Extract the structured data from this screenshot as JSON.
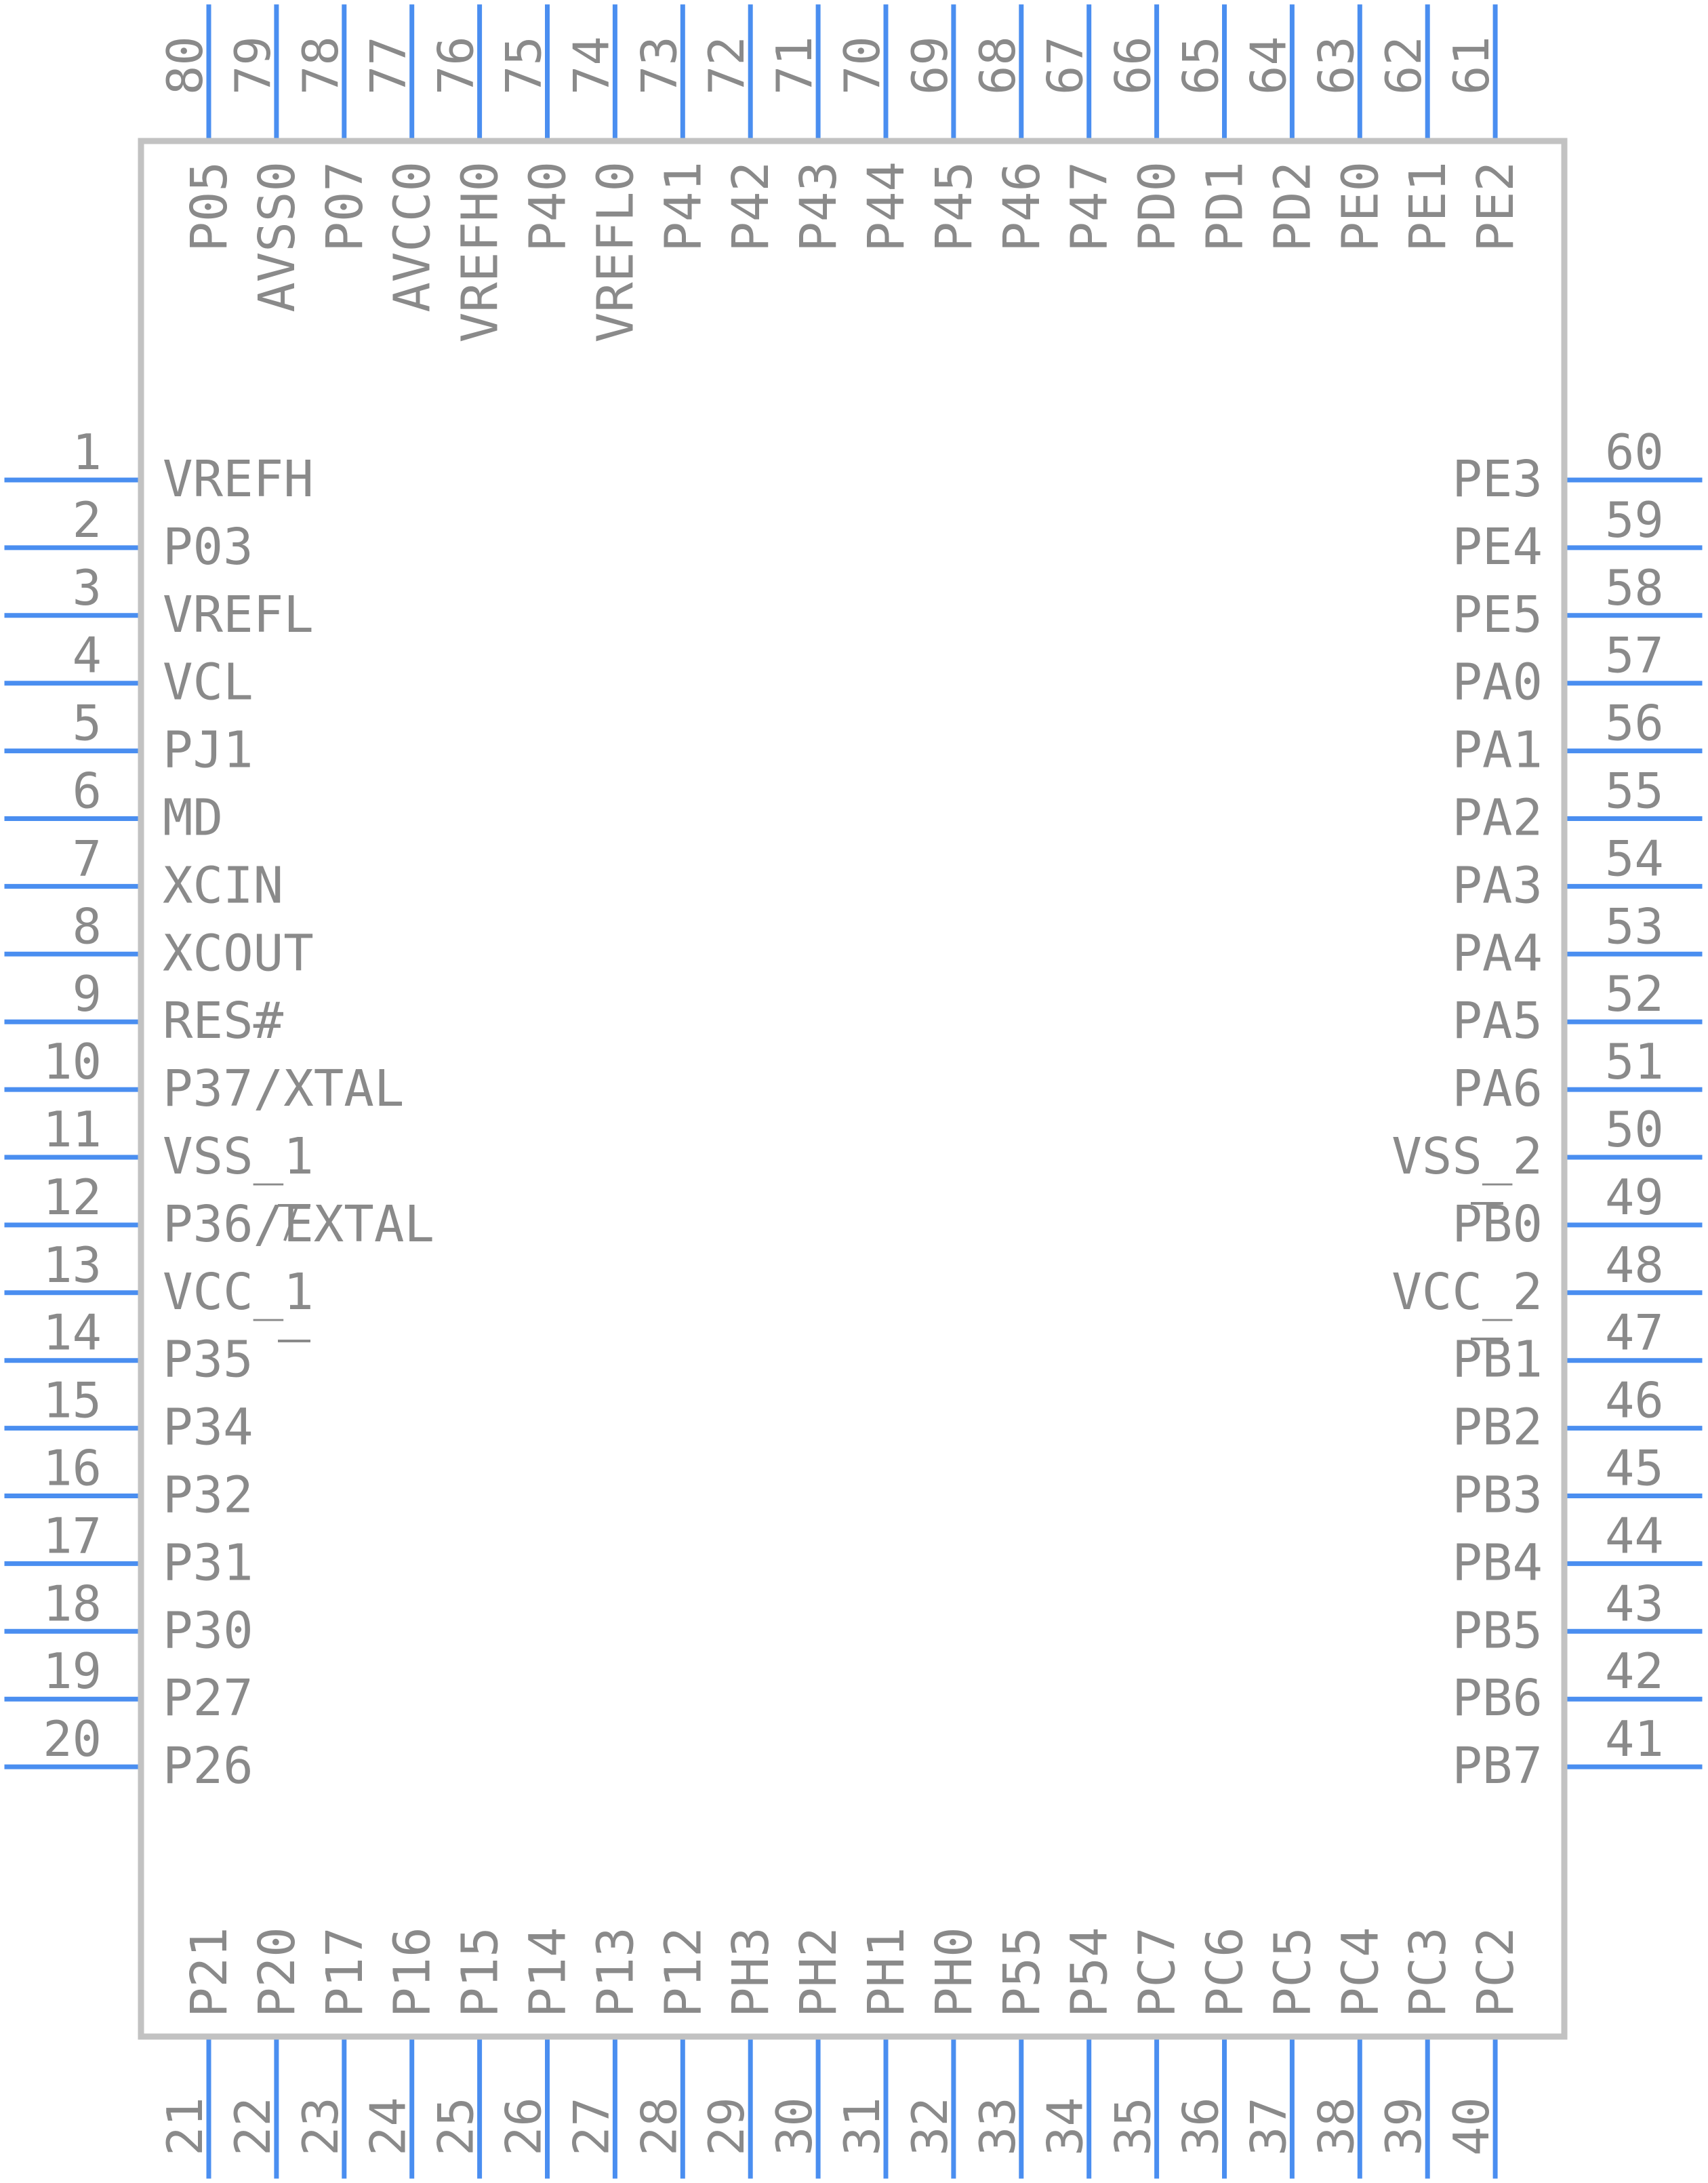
{
  "colors": {
    "pin": "#4a8ef0",
    "body_outline": "#c2c2c2",
    "text": "#8a8a8a",
    "background": "#ffffff"
  },
  "left_pins": [
    {
      "num": "1",
      "name": "VREFH"
    },
    {
      "num": "2",
      "name": "P03"
    },
    {
      "num": "3",
      "name": "VREFL"
    },
    {
      "num": "4",
      "name": "VCL"
    },
    {
      "num": "5",
      "name": "PJ1"
    },
    {
      "num": "6",
      "name": "MD"
    },
    {
      "num": "7",
      "name": "XCIN"
    },
    {
      "num": "8",
      "name": "XCOUT"
    },
    {
      "num": "9",
      "name": "RES#"
    },
    {
      "num": "10",
      "name": "P37/XTAL"
    },
    {
      "num": "11",
      "name": "VSS_1"
    },
    {
      "num": "12",
      "name": "P36/EXTAL"
    },
    {
      "num": "13",
      "name": "VCC_1"
    },
    {
      "num": "14",
      "name": "P35"
    },
    {
      "num": "15",
      "name": "P34"
    },
    {
      "num": "16",
      "name": "P32"
    },
    {
      "num": "17",
      "name": "P31"
    },
    {
      "num": "18",
      "name": "P30"
    },
    {
      "num": "19",
      "name": "P27"
    },
    {
      "num": "20",
      "name": "P26"
    }
  ],
  "bottom_pins": [
    {
      "num": "21",
      "name": "P21"
    },
    {
      "num": "22",
      "name": "P20"
    },
    {
      "num": "23",
      "name": "P17"
    },
    {
      "num": "24",
      "name": "P16"
    },
    {
      "num": "25",
      "name": "P15"
    },
    {
      "num": "26",
      "name": "P14"
    },
    {
      "num": "27",
      "name": "P13"
    },
    {
      "num": "28",
      "name": "P12"
    },
    {
      "num": "29",
      "name": "PH3"
    },
    {
      "num": "30",
      "name": "PH2"
    },
    {
      "num": "31",
      "name": "PH1"
    },
    {
      "num": "32",
      "name": "PH0"
    },
    {
      "num": "33",
      "name": "P55"
    },
    {
      "num": "34",
      "name": "P54"
    },
    {
      "num": "35",
      "name": "PC7"
    },
    {
      "num": "36",
      "name": "PC6"
    },
    {
      "num": "37",
      "name": "PC5"
    },
    {
      "num": "38",
      "name": "PC4"
    },
    {
      "num": "39",
      "name": "PC3"
    },
    {
      "num": "40",
      "name": "PC2"
    }
  ],
  "right_pins": [
    {
      "num": "60",
      "name": "PE3"
    },
    {
      "num": "59",
      "name": "PE4"
    },
    {
      "num": "58",
      "name": "PE5"
    },
    {
      "num": "57",
      "name": "PA0"
    },
    {
      "num": "56",
      "name": "PA1"
    },
    {
      "num": "55",
      "name": "PA2"
    },
    {
      "num": "54",
      "name": "PA3"
    },
    {
      "num": "53",
      "name": "PA4"
    },
    {
      "num": "52",
      "name": "PA5"
    },
    {
      "num": "51",
      "name": "PA6"
    },
    {
      "num": "50",
      "name": "VSS_2"
    },
    {
      "num": "49",
      "name": "PB0"
    },
    {
      "num": "48",
      "name": "VCC_2"
    },
    {
      "num": "47",
      "name": "PB1"
    },
    {
      "num": "46",
      "name": "PB2"
    },
    {
      "num": "45",
      "name": "PB3"
    },
    {
      "num": "44",
      "name": "PB4"
    },
    {
      "num": "43",
      "name": "PB5"
    },
    {
      "num": "42",
      "name": "PB6"
    },
    {
      "num": "41",
      "name": "PB7"
    }
  ],
  "top_pins": [
    {
      "num": "80",
      "name": "P05"
    },
    {
      "num": "79",
      "name": "AVSS0"
    },
    {
      "num": "78",
      "name": "P07"
    },
    {
      "num": "77",
      "name": "AVCC0"
    },
    {
      "num": "76",
      "name": "VREFH0"
    },
    {
      "num": "75",
      "name": "P40"
    },
    {
      "num": "74",
      "name": "VREFL0"
    },
    {
      "num": "73",
      "name": "P41"
    },
    {
      "num": "72",
      "name": "P42"
    },
    {
      "num": "71",
      "name": "P43"
    },
    {
      "num": "70",
      "name": "P44"
    },
    {
      "num": "69",
      "name": "P45"
    },
    {
      "num": "68",
      "name": "P46"
    },
    {
      "num": "67",
      "name": "P47"
    },
    {
      "num": "66",
      "name": "PD0"
    },
    {
      "num": "65",
      "name": "PD1"
    },
    {
      "num": "64",
      "name": "PD2"
    },
    {
      "num": "63",
      "name": "PE0"
    },
    {
      "num": "62",
      "name": "PE1"
    },
    {
      "num": "61",
      "name": "PE2"
    }
  ]
}
